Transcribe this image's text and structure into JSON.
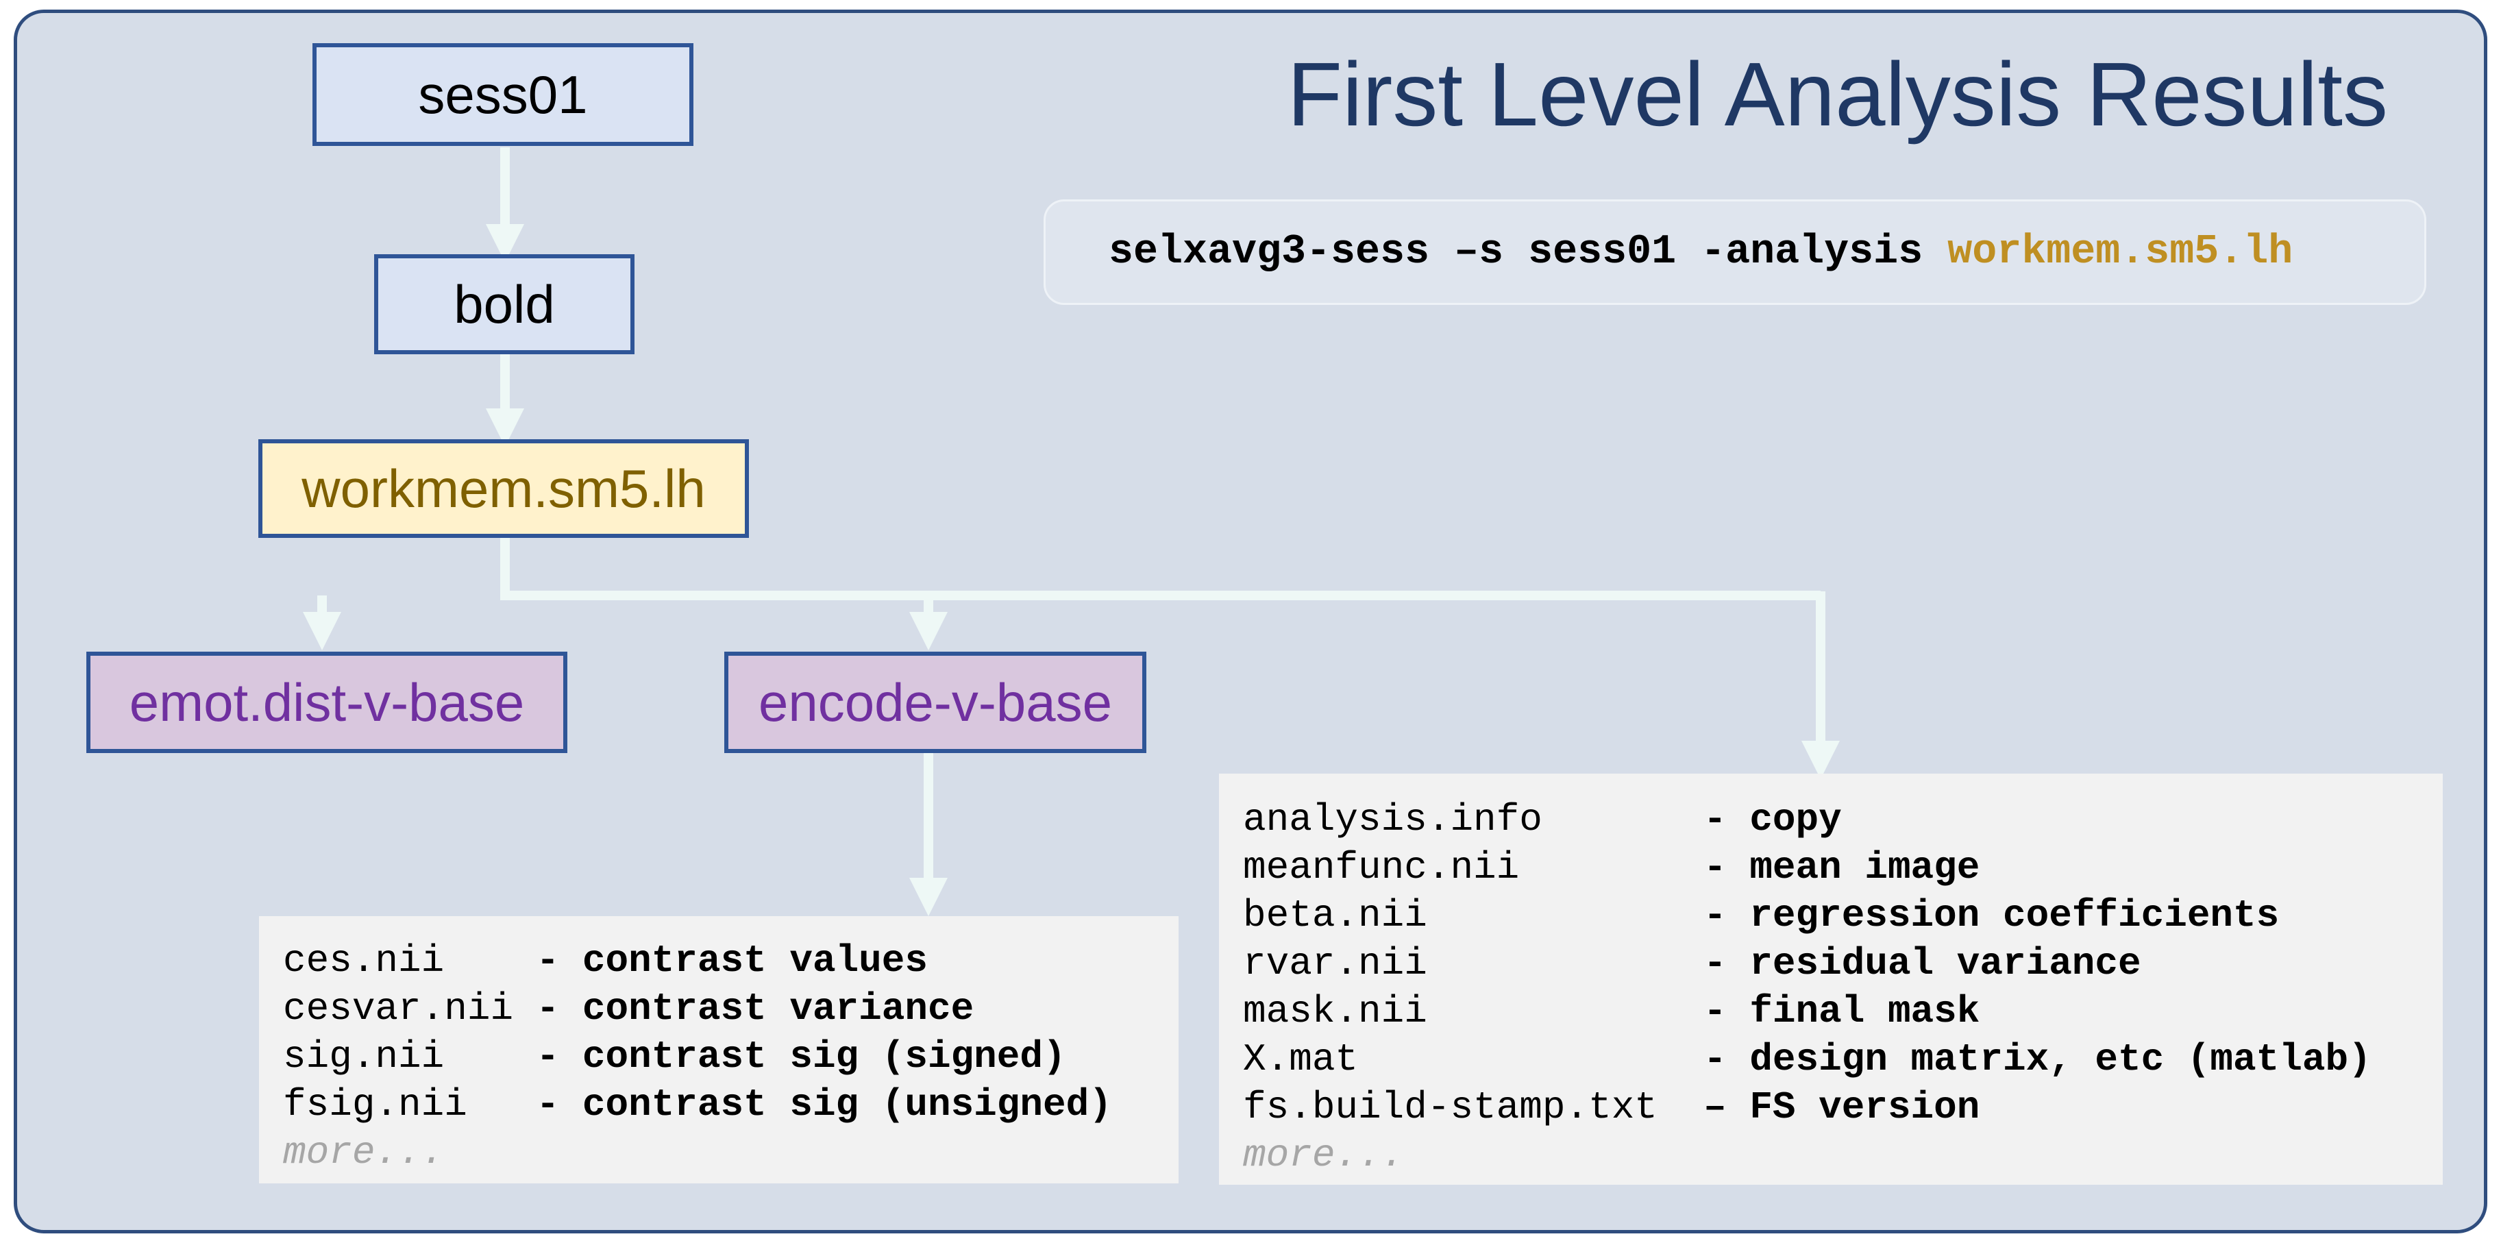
{
  "title": "First Level Analysis Results",
  "command": {
    "prefix": "selxavg3-sess –s sess01 -analysis ",
    "highlight": "workmem.sm5.lh"
  },
  "nodes": {
    "session": "sess01",
    "bold": "bold",
    "analysis": "workmem.sm5.lh",
    "contrast_1": "emot.dist-v-base",
    "contrast_2": "encode-v-base"
  },
  "contrast_files": {
    "rows": [
      {
        "name": "ces.nii    ",
        "desc": "- contrast values"
      },
      {
        "name": "cesvar.nii ",
        "desc": "- contrast variance"
      },
      {
        "name": "sig.nii    ",
        "desc": "- contrast sig (signed)"
      },
      {
        "name": "fsig.nii   ",
        "desc": "- contrast sig (unsigned)"
      }
    ],
    "more": "more..."
  },
  "analysis_files": {
    "rows": [
      {
        "name": "analysis.info       ",
        "desc": "- copy"
      },
      {
        "name": "meanfunc.nii        ",
        "desc": "- mean image"
      },
      {
        "name": "beta.nii            ",
        "desc": "- regression coefficients"
      },
      {
        "name": "rvar.nii            ",
        "desc": "- residual variance"
      },
      {
        "name": "mask.nii            ",
        "desc": "- final mask"
      },
      {
        "name": "X.mat               ",
        "desc": "- design matrix, etc (matlab)"
      },
      {
        "name": "fs.build-stamp.txt  ",
        "desc": "– FS version"
      }
    ],
    "more": "more..."
  },
  "colors": {
    "background": "#d6dde8",
    "frame": "#2f4d7e",
    "title": "#1f3864",
    "node_border": "#2f5597",
    "connector": "#eef8f6",
    "highlight": "#bf8f22",
    "contrast_text": "#7030a0",
    "analysis_text": "#7f6000"
  }
}
